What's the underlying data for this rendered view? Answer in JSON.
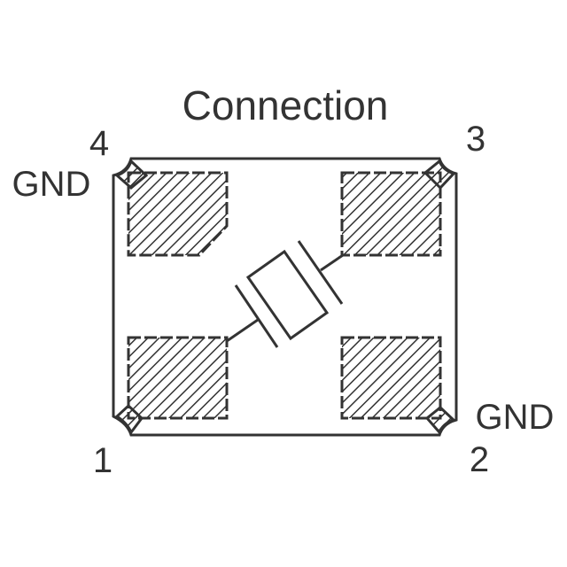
{
  "title": "Connection",
  "pins": {
    "pin1": {
      "number": "1"
    },
    "pin2": {
      "number": "2",
      "function": "GND"
    },
    "pin3": {
      "number": "3"
    },
    "pin4": {
      "number": "4",
      "function": "GND"
    }
  },
  "colors": {
    "stroke": "#333333",
    "background": "#ffffff"
  }
}
